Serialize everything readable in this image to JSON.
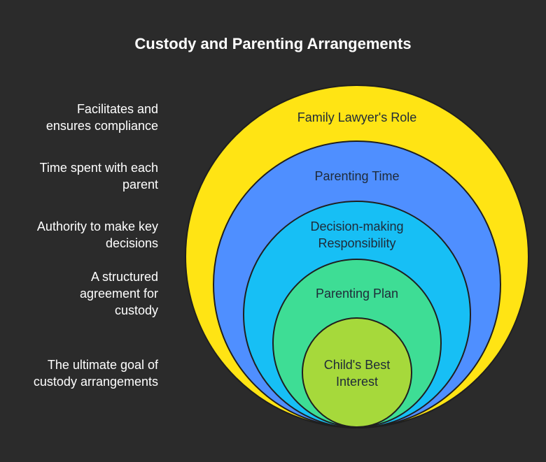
{
  "title": "Custody and Parenting Arrangements",
  "levels": [
    {
      "label": "Family Lawyer's Role",
      "description": "Facilitates and\nensures compliance",
      "color": "#FFE414"
    },
    {
      "label": "Parenting Time",
      "description": "Time spent with each\nparent",
      "color": "#4F8FFF"
    },
    {
      "label": "Decision-making\nResponsibility",
      "description": "Authority to make key\ndecisions",
      "color": "#17BFF5"
    },
    {
      "label": "Parenting Plan",
      "description": "A structured\nagreement for\ncustody",
      "color": "#3EDD95"
    },
    {
      "label": "Child's Best\nInterest",
      "description": "The ultimate goal of\ncustody arrangements",
      "color": "#A6D93B"
    }
  ]
}
